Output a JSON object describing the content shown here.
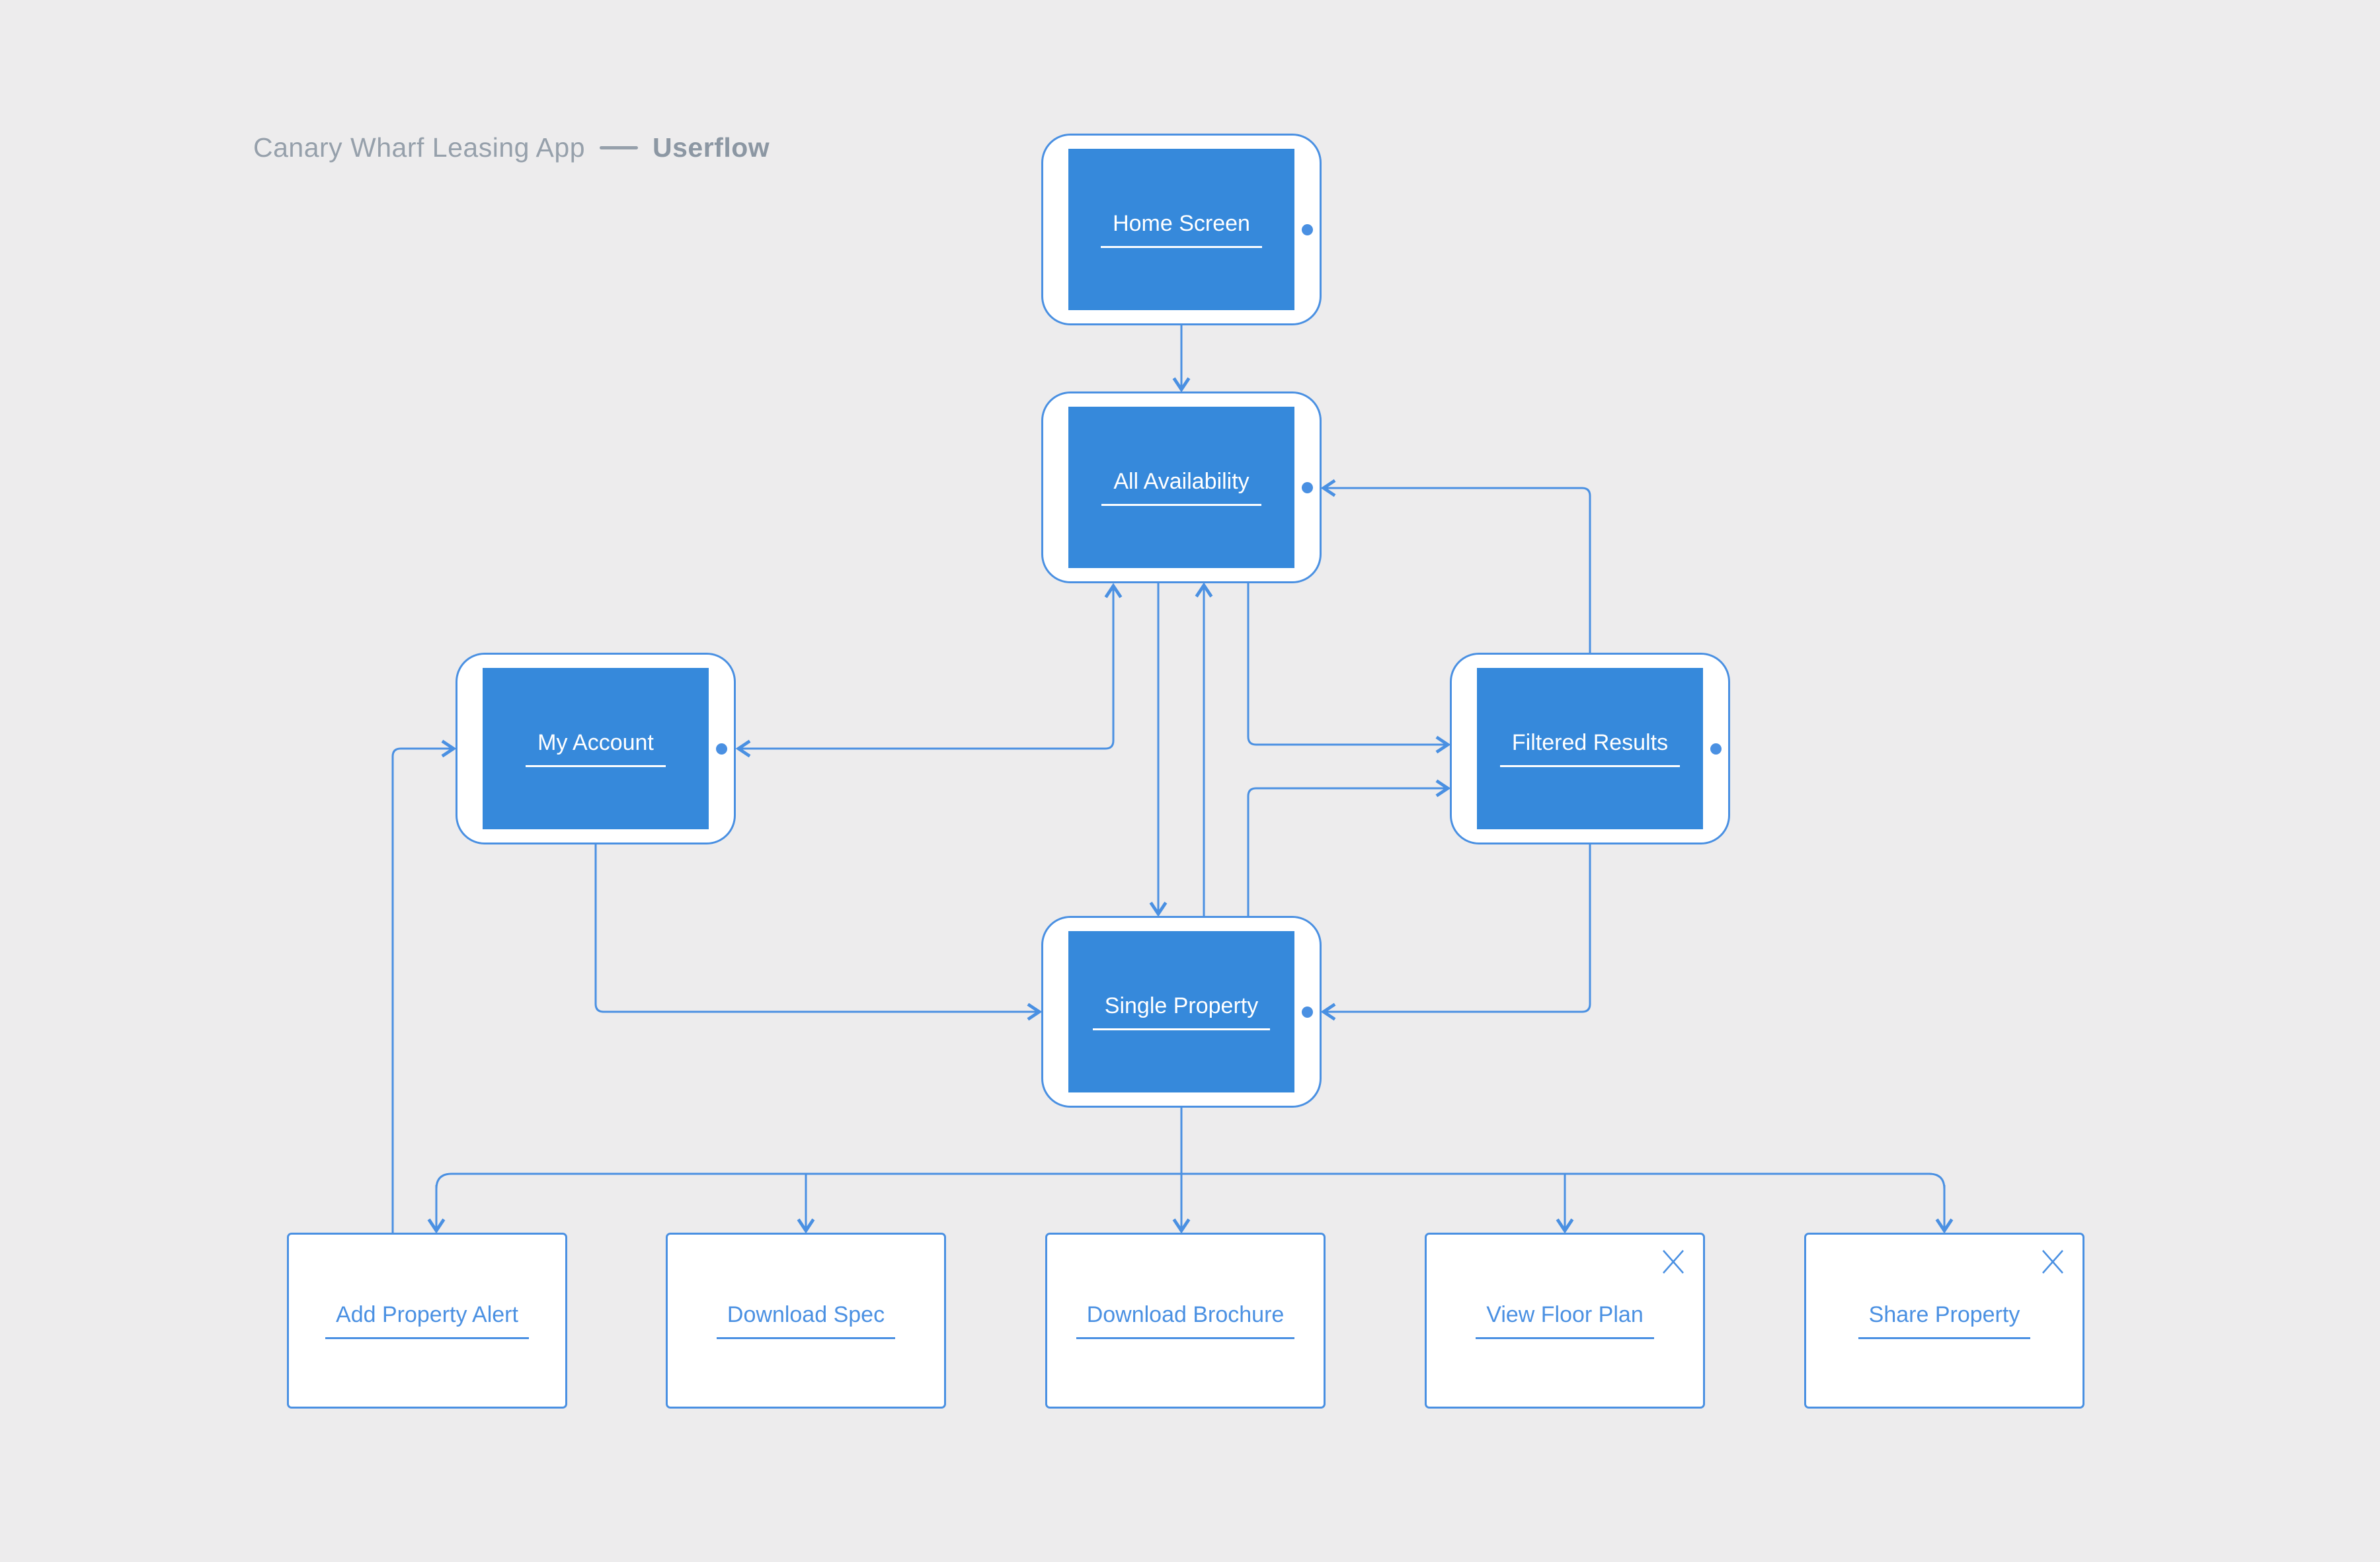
{
  "title": {
    "app": "Canary Wharf Leasing App",
    "section": "Userflow"
  },
  "colors": {
    "background": "#EDECED",
    "accent_blue": "#4A90E2",
    "screen_blue": "#3689DB",
    "title_gray": "#96A0AB",
    "title_bold_gray": "#8C97A3",
    "white": "#FFFFFF"
  },
  "screens": [
    {
      "id": "home-screen",
      "label": "Home Screen"
    },
    {
      "id": "all-availability",
      "label": "All Availability"
    },
    {
      "id": "my-account",
      "label": "My Account"
    },
    {
      "id": "filtered-results",
      "label": "Filtered Results"
    },
    {
      "id": "single-property",
      "label": "Single Property"
    }
  ],
  "actions": [
    {
      "id": "add-property-alert",
      "label": "Add Property Alert",
      "closable": false
    },
    {
      "id": "download-spec",
      "label": "Download Spec",
      "closable": false
    },
    {
      "id": "download-brochure",
      "label": "Download Brochure",
      "closable": false
    },
    {
      "id": "view-floor-plan",
      "label": "View Floor Plan",
      "closable": true
    },
    {
      "id": "share-property",
      "label": "Share Property",
      "closable": true
    }
  ],
  "connections": [
    {
      "from": "home-screen",
      "to": "all-availability",
      "style": "arrow"
    },
    {
      "from": "all-availability",
      "to": "my-account",
      "style": "arrow-both-ends"
    },
    {
      "from": "all-availability",
      "to": "single-property",
      "style": "arrow"
    },
    {
      "from": "single-property",
      "to": "all-availability",
      "style": "arrow"
    },
    {
      "from": "all-availability",
      "to": "filtered-results",
      "style": "arrow"
    },
    {
      "from": "single-property",
      "to": "filtered-results",
      "style": "arrow"
    },
    {
      "from": "filtered-results",
      "to": "all-availability",
      "style": "arrow"
    },
    {
      "from": "filtered-results",
      "to": "single-property",
      "style": "arrow"
    },
    {
      "from": "my-account",
      "to": "single-property",
      "style": "arrow"
    },
    {
      "from": "add-property-alert",
      "to": "my-account",
      "style": "arrow"
    },
    {
      "from": "single-property",
      "to": "add-property-alert",
      "style": "arrow"
    },
    {
      "from": "single-property",
      "to": "download-spec",
      "style": "arrow"
    },
    {
      "from": "single-property",
      "to": "download-brochure",
      "style": "arrow"
    },
    {
      "from": "single-property",
      "to": "view-floor-plan",
      "style": "arrow"
    },
    {
      "from": "single-property",
      "to": "share-property",
      "style": "arrow"
    }
  ]
}
